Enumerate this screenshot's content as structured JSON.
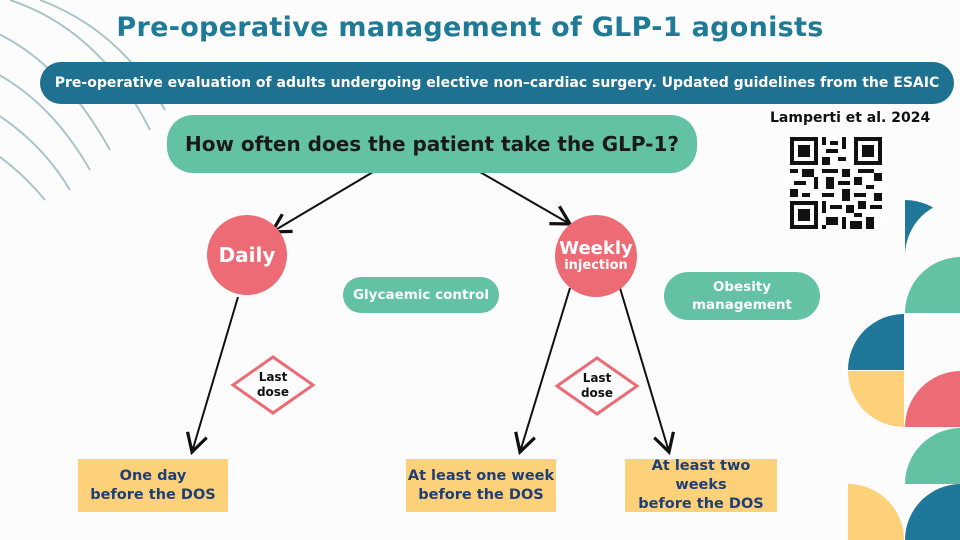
{
  "title": "Pre-operative management of GLP-1 agonists",
  "subtitle": "Pre-operative evaluation of adults undergoing elective non–cardiac surgery. Updated guidelines from the ESAIC",
  "citation": "Lamperti et al. 2024",
  "question": "How often does the patient take the GLP-1?",
  "daily": {
    "label": "Daily"
  },
  "weekly": {
    "line1": "Weekly",
    "line2": "injection"
  },
  "indications": {
    "glycaemic": "Glycaemic control",
    "obesity_line1": "Obesity",
    "obesity_line2": "management"
  },
  "last_dose": {
    "line1": "Last",
    "line2": "dose"
  },
  "outcomes": {
    "daily_line1": "One day",
    "daily_line2": "before the DOS",
    "weekly_glyc_line1": "At least one week",
    "weekly_glyc_line2": "before the DOS",
    "weekly_obes_line1": "At least two weeks",
    "weekly_obes_line2": "before the DOS"
  },
  "colors": {
    "title": "#1e7a96",
    "banner": "#1e7190",
    "teal": "#62c2a3",
    "red": "#ec6b74",
    "yellow": "#fdd07a",
    "navy": "#1f3f74",
    "deco_blue": "#1f7799"
  },
  "icons": [
    "qr-code-icon"
  ]
}
